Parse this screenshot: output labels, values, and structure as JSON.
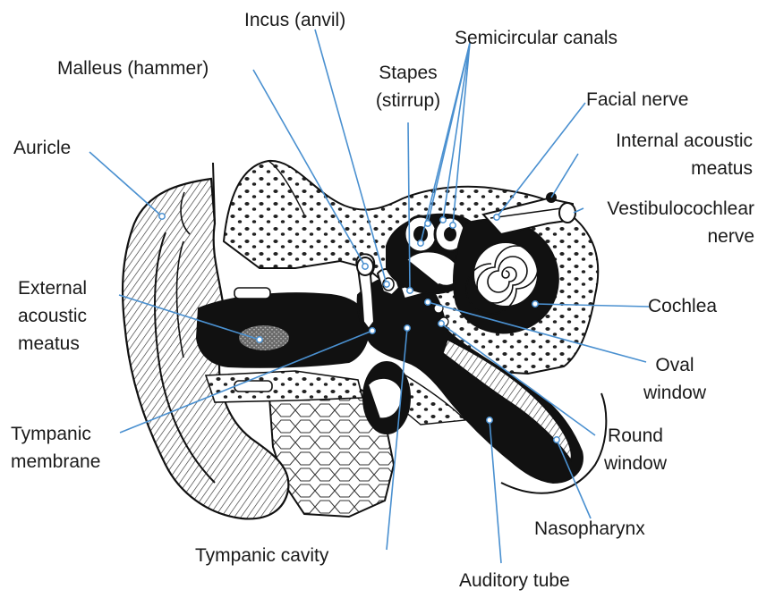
{
  "labels": {
    "incus": "Incus (anvil)",
    "semicircular_canals": "Semicircular canals",
    "malleus": "Malleus (hammer)",
    "stapes": [
      "Stapes",
      "(stirrup)"
    ],
    "facial_nerve": "Facial nerve",
    "auricle": "Auricle",
    "internal_acoustic_meatus": [
      "Internal acoustic",
      "meatus"
    ],
    "vestibulocochlear_nerve": [
      "Vestibulocochlear",
      "nerve"
    ],
    "external_acoustic_meatus": [
      "External",
      "acoustic",
      "meatus"
    ],
    "cochlea": "Cochlea",
    "oval_window": [
      "Oval",
      "window"
    ],
    "tympanic_membrane": [
      "Tympanic",
      "membrane"
    ],
    "round_window": [
      "Round",
      "window"
    ],
    "nasopharynx": "Nasopharynx",
    "tympanic_cavity": "Tympanic cavity",
    "auditory_tube": "Auditory tube"
  },
  "colors": {
    "leader": "#4a90d0",
    "ink": "#111111",
    "fill": "#ffffff"
  }
}
